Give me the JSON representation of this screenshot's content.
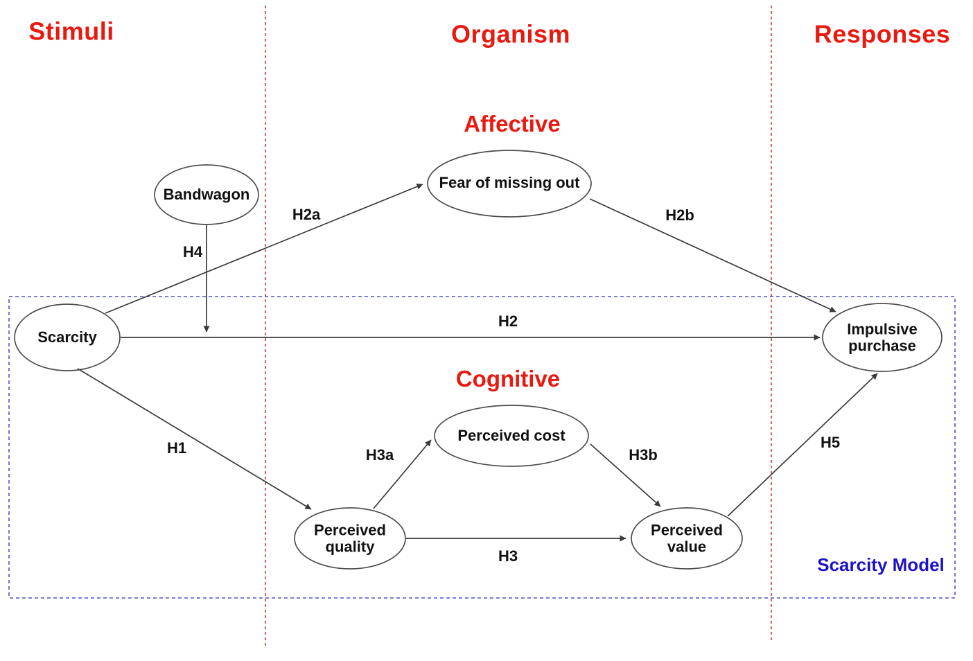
{
  "headers": {
    "stimuli": "Stimuli",
    "organism": "Organism",
    "responses": "Responses"
  },
  "sections": {
    "affective": "Affective",
    "cognitive": "Cognitive"
  },
  "model_label": "Scarcity Model",
  "nodes": {
    "bandwagon": "Bandwagon",
    "scarcity": "Scarcity",
    "fear_of_missing_out": "Fear of missing out",
    "perceived_cost": "Perceived cost",
    "perceived_quality": "Perceived quality",
    "perceived_value": "Perceived value",
    "impulsive_purchase": "Impulsive purchase"
  },
  "hypotheses": {
    "h1": "H1",
    "h2": "H2",
    "h2a": "H2a",
    "h2b": "H2b",
    "h3": "H3",
    "h3a": "H3a",
    "h3b": "H3b",
    "h4": "H4",
    "h5": "H5"
  },
  "edges": [
    {
      "label": "H1",
      "from": "Scarcity",
      "to": "Perceived quality"
    },
    {
      "label": "H2",
      "from": "Scarcity",
      "to": "Impulsive purchase"
    },
    {
      "label": "H2a",
      "from": "Scarcity",
      "to": "Fear of missing out"
    },
    {
      "label": "H2b",
      "from": "Fear of missing out",
      "to": "Impulsive purchase"
    },
    {
      "label": "H3",
      "from": "Perceived quality",
      "to": "Perceived value"
    },
    {
      "label": "H3a",
      "from": "Perceived quality",
      "to": "Perceived cost"
    },
    {
      "label": "H3b",
      "from": "Perceived cost",
      "to": "Perceived value"
    },
    {
      "label": "H4",
      "from": "Bandwagon",
      "to": "Scarcity-Impulsive purchase path"
    },
    {
      "label": "H5",
      "from": "Perceived value",
      "to": "Impulsive purchase"
    }
  ],
  "colors": {
    "heading_red": "#e81a10",
    "divider_red": "#cc3a33",
    "box_blue": "#5252cc",
    "model_blue": "#1c12c6",
    "arrow_black": "#3a3a3a"
  }
}
